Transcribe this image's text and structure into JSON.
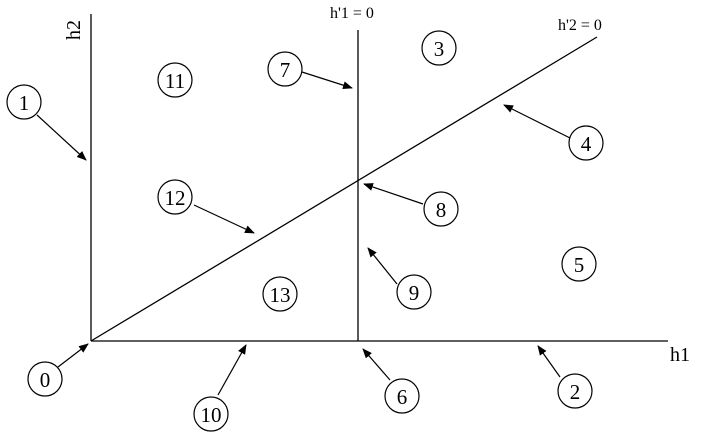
{
  "axes": {
    "x_label": "h1",
    "y_label": "h2",
    "line1_label": "h'1 = 0",
    "line2_label": "h'2 = 0"
  },
  "regions": [
    "0",
    "1",
    "2",
    "3",
    "4",
    "5",
    "6",
    "7",
    "8",
    "9",
    "10",
    "11",
    "12",
    "13"
  ]
}
